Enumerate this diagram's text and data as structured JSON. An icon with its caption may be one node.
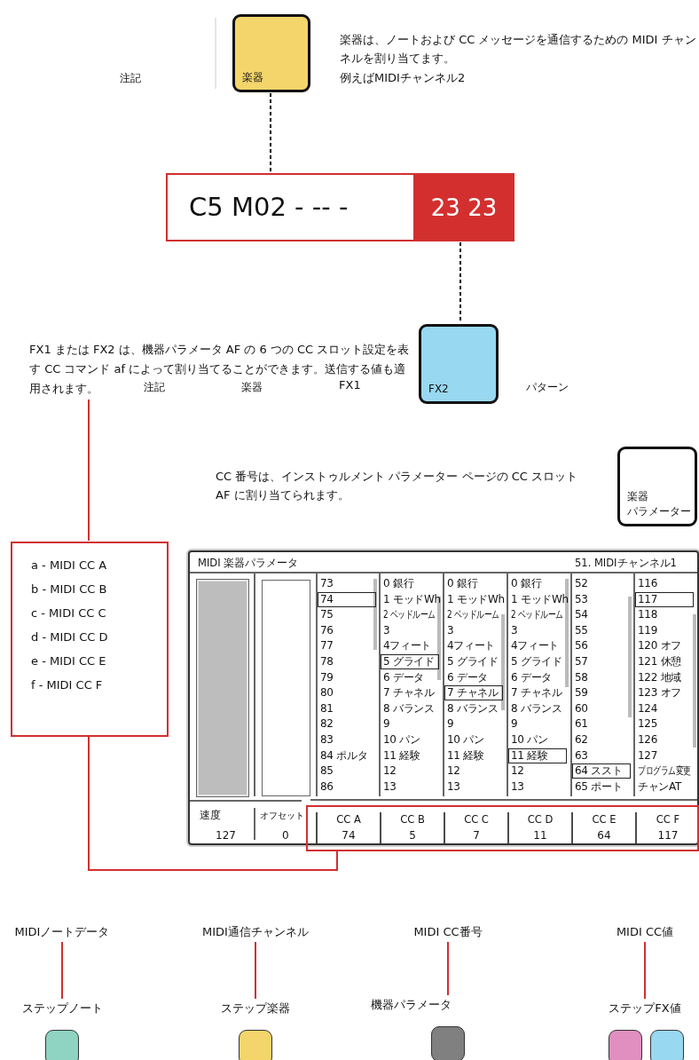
{
  "diagram": {
    "nodes": [
      {
        "text": [
          "楽器"
        ]
      },
      {
        "text": [
          "C5 M02 - -- -"
        ]
      },
      {
        "text": [
          "23 23"
        ],
        "in": 1
      },
      {
        "text": [
          "FX1 または FX2 は、機器パラメータ AF の 6 つの CC スロット設定を表す CC コマンド af によって割り当てることができます。送信する値も適用されます。"
        ]
      },
      {
        "text": [
          "FX2"
        ]
      },
      {
        "text": [
          "a - MIDI CC A",
          "b - MIDI CC B",
          "c - MIDI CC C",
          "d - MIDI CC D",
          "e - MIDI CC E",
          "f - MIDI CC F"
        ]
      },
      {
        "text": [
          "楽器",
          "パラメーター"
        ]
      },
      {
        "text": [
          "MIDI 楽器パラメータ",
          "51. MIDIチャンネル1"
        ]
      },
      {
        "text": [
          "CC A",
          "74",
          "CC B",
          "5",
          "CC C",
          "7",
          "CC D",
          "11",
          "CC E",
          "64",
          "CC F",
          "117"
        ]
      },
      {
        "text": [
          "MIDIノートデータ"
        ]
      },
      {
        "text": [
          "ステップノート"
        ]
      },
      {
        "text": [
          "MIDI通信チャンネル"
        ]
      },
      {
        "text": [
          "ステップ楽器"
        ]
      },
      {
        "text": [
          "MIDI CC番号"
        ]
      },
      {
        "text": [
          "機器パラメータ"
        ]
      },
      {
        "text": [
          "MIDI CC値"
        ]
      },
      {
        "text": [
          "ステップFX値"
        ]
      },
      {
        "text": [],
        "shape": "box"
      }
    ],
    "edges": [
      {
        "from": 0,
        "to": 1,
        "arrow": "none",
        "style": "dashed",
        "color": "#000000"
      },
      {
        "from": 2,
        "to": 4,
        "arrow": "none",
        "style": "dashed",
        "color": "#000000"
      },
      {
        "from": 3,
        "to": 5,
        "arrow": "none"
      },
      {
        "from": 5,
        "to": 8,
        "arrow": "none"
      },
      {
        "from": 9,
        "to": 10,
        "arrow": "none"
      },
      {
        "from": 11,
        "to": 12,
        "arrow": "none"
      },
      {
        "from": 13,
        "to": 14,
        "arrow": "none"
      },
      {
        "from": 15,
        "to": 16,
        "arrow": "none"
      }
    ],
    "labels": [
      "注記",
      "楽器は、ノートおよび CC メッセージを通信するための MIDI チャンネルを割り当てます。",
      "例えばMIDIチャンネル2",
      "注記",
      "楽器",
      "FX1",
      "パターン",
      "CC 番号は、インストゥルメント パラメーター ページの CC スロット AF に割り当てられます。",
      "73",
      "0 銀行",
      "0 銀行",
      "0 銀行",
      "52",
      "116",
      "74",
      "1 モッドWh",
      "1 モッドWh",
      "1 モッドWh",
      "53",
      "117",
      "75",
      "2 ベッドルーム",
      "2 ベッドルーム",
      "2 ベッドルーム",
      "54",
      "118",
      "76",
      "3",
      "3",
      "3",
      "55",
      "119",
      "77",
      "4フィート",
      "4フィート",
      "4フィート",
      "56",
      "120 オフ",
      "78",
      "5 グライド",
      "5 グライド",
      "5 グライド",
      "57",
      "121 休憩",
      "79",
      "6 データ",
      "6 データ",
      "6 データ",
      "58",
      "122 地域",
      "80",
      "7 チャネル",
      "7 チャネル",
      "7 チャネル",
      "59",
      "123 オフ",
      "81",
      "8 バランス",
      "8 バランス",
      "8 バランス",
      "60",
      "124",
      "82",
      "9",
      "9",
      "9",
      "61",
      "125",
      "83",
      "10 パン",
      "10 パン",
      "10 パン",
      "62",
      "126",
      "84 ポルタ",
      "11 経験",
      "11 経験",
      "11 経験",
      "63",
      "127",
      "85",
      "12",
      "12",
      "12",
      "64 ススト",
      "プログラム変更",
      "86",
      "13",
      "13",
      "13",
      "65 ポート",
      "チャンAT",
      "速度",
      "127",
      "オフセット",
      "0"
    ]
  }
}
